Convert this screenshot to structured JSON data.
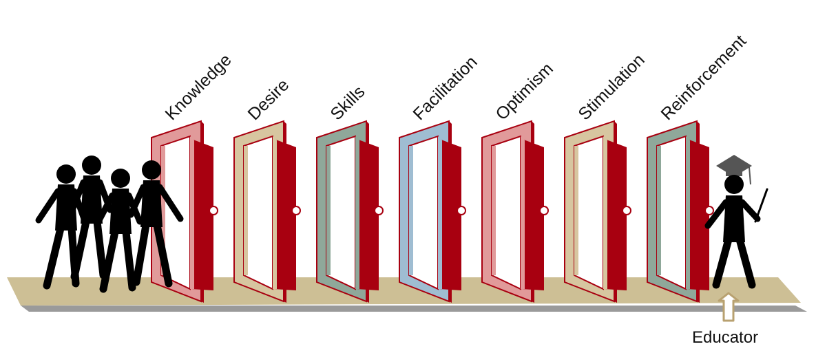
{
  "doors": [
    {
      "label": "Knowledge",
      "frame_color": "#e19a9a"
    },
    {
      "label": "Desire",
      "frame_color": "#d7c6a0"
    },
    {
      "label": "Skills",
      "frame_color": "#8fa89a"
    },
    {
      "label": "Facilitation",
      "frame_color": "#9fbdd2"
    },
    {
      "label": "Optimism",
      "frame_color": "#e19a9a"
    },
    {
      "label": "Stimulation",
      "frame_color": "#d7c6a0"
    },
    {
      "label": "Reinforcement",
      "frame_color": "#8fa89a"
    }
  ],
  "educator": {
    "label": "Educator"
  },
  "colors": {
    "floor": "#cdbf95",
    "floor_shadow": "#9a9a9a",
    "door_panel": "#a80010",
    "door_outline": "#a80010",
    "figure": "#000000",
    "mortarboard": "#555555",
    "arrow_fill": "#ffffff",
    "arrow_outline": "#b8a170"
  },
  "icons": {
    "students": "students-group-icon",
    "educator": "graduate-educator-icon",
    "arrow": "up-arrow-icon"
  }
}
